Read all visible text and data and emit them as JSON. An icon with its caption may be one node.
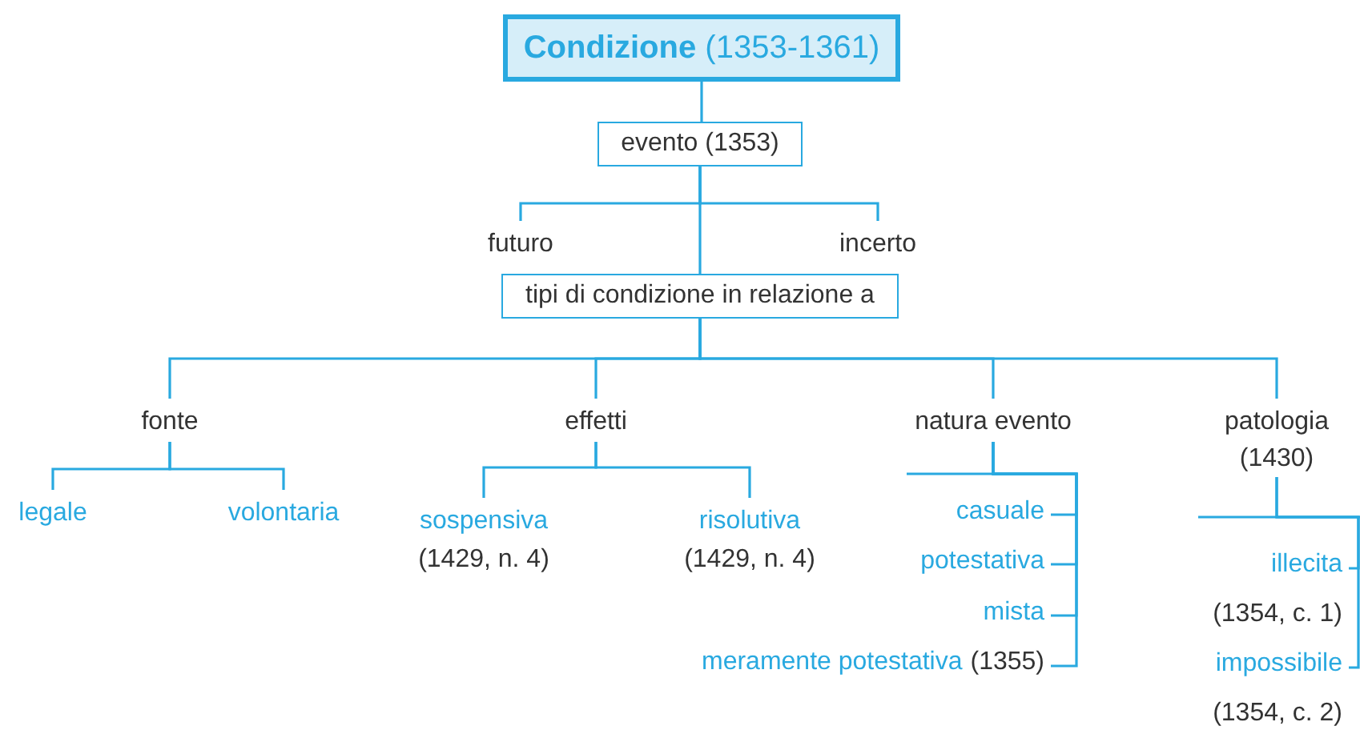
{
  "diagram": {
    "nodes": [
      {
        "text": [
          "**Condizione** (1353-1361)"
        ]
      },
      {
        "text": [
          "evento (1353)"
        ]
      },
      {
        "text": [
          "futuro"
        ]
      },
      {
        "text": [
          "incerto"
        ]
      },
      {
        "text": [
          "tipi di condizione in relazione a"
        ]
      },
      {
        "text": [
          "fonte"
        ]
      },
      {
        "text": [
          "effetti"
        ]
      },
      {
        "text": [
          "natura evento"
        ]
      },
      {
        "text": [
          "patologia (1430)"
        ]
      },
      {
        "text": [
          "legale"
        ]
      },
      {
        "text": [
          "volontaria"
        ]
      },
      {
        "text": [
          "sospensiva",
          "(1429, n. 4)"
        ]
      },
      {
        "text": [
          "risolutiva",
          "(1429, n. 4)"
        ]
      },
      {
        "text": [
          "casuale"
        ]
      },
      {
        "text": [
          "potestativa"
        ]
      },
      {
        "text": [
          "mista"
        ]
      },
      {
        "text": [
          "meramente potestativa",
          "(1355)"
        ]
      },
      {
        "text": [
          "illecita",
          "(1354, c. 1)"
        ]
      },
      {
        "text": [
          "impossibile",
          "(1354, c. 2)"
        ]
      }
    ],
    "edges": [
      {
        "from": 0,
        "to": 1,
        "arrow": "none"
      },
      {
        "from": 1,
        "to": 2,
        "arrow": "none"
      },
      {
        "from": 1,
        "to": 3,
        "arrow": "none"
      },
      {
        "from": 1,
        "to": 4,
        "arrow": "none"
      },
      {
        "from": 4,
        "to": 5,
        "arrow": "none"
      },
      {
        "from": 4,
        "to": 6,
        "arrow": "none"
      },
      {
        "from": 4,
        "to": 7,
        "arrow": "none"
      },
      {
        "from": 4,
        "to": 8,
        "arrow": "none"
      },
      {
        "from": 5,
        "to": 9,
        "arrow": "none"
      },
      {
        "from": 5,
        "to": 10,
        "arrow": "none"
      },
      {
        "from": 6,
        "to": 11,
        "arrow": "none"
      },
      {
        "from": 6,
        "to": 12,
        "arrow": "none"
      },
      {
        "from": 7,
        "to": 13,
        "arrow": "none"
      },
      {
        "from": 7,
        "to": 14,
        "arrow": "none"
      },
      {
        "from": 7,
        "to": 15,
        "arrow": "none"
      },
      {
        "from": 7,
        "to": 16,
        "arrow": "none"
      },
      {
        "from": 8,
        "to": 17,
        "arrow": "none"
      },
      {
        "from": 8,
        "to": 18,
        "arrow": "none"
      }
    ]
  }
}
